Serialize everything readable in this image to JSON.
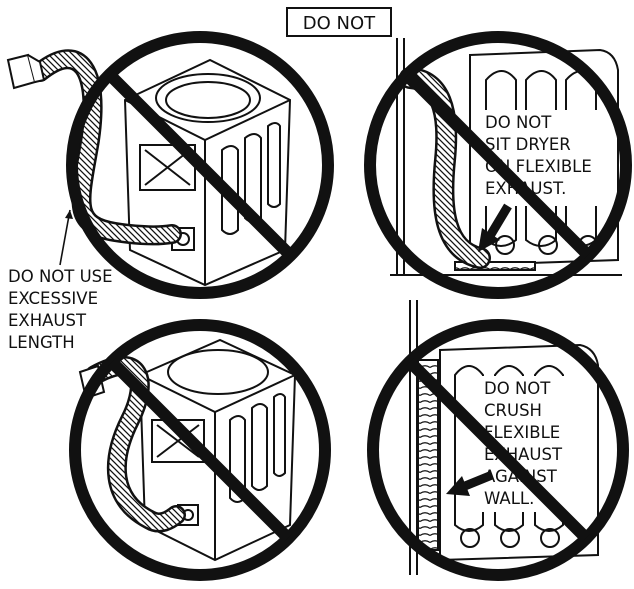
{
  "header": {
    "title": "DO NOT"
  },
  "panels": {
    "top_left": {
      "lines": [
        "DO NOT USE",
        "EXCESSIVE",
        "EXHAUST",
        "LENGTH"
      ]
    },
    "top_right": {
      "lines": [
        "DO NOT",
        "SIT DRYER",
        "ON FLEXIBLE",
        "EXHAUST."
      ]
    },
    "bottom_right": {
      "lines": [
        "DO NOT",
        "CRUSH",
        "FLEXIBLE",
        "EXHAUST",
        "AGAINST",
        "WALL."
      ]
    }
  },
  "colors": {
    "ink": "#111111",
    "background": "#ffffff"
  },
  "icons": [
    "prohibition-sign",
    "dryer",
    "flexible-exhaust-duct",
    "wall-vent-hood",
    "arrow"
  ]
}
